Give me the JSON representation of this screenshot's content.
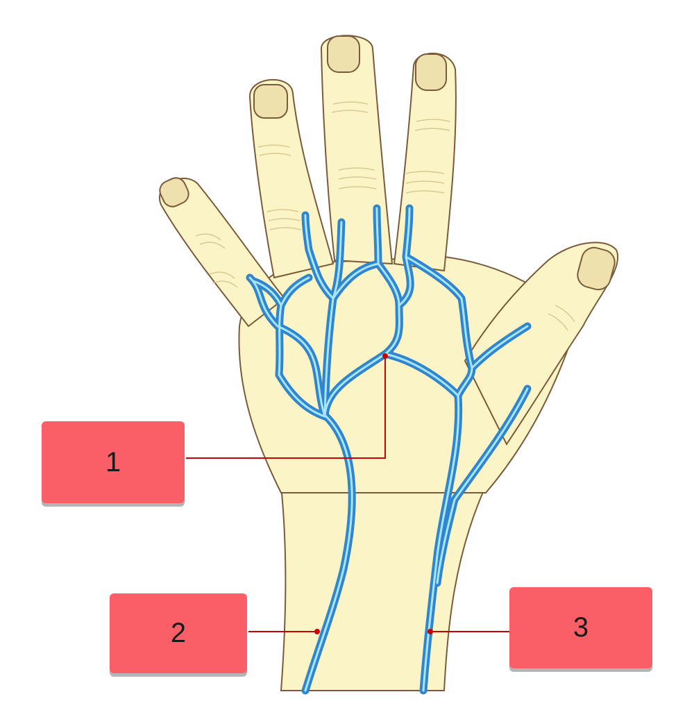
{
  "colors": {
    "skin": "#fbf4c6",
    "skin_shade": "#efe1ad",
    "outline": "#7a5a3a",
    "vein": "#2f86cf",
    "vein_light": "#a8e6ff",
    "label_fill": "#fa5f68",
    "leader": "#cc0000"
  },
  "icons": {
    "hand": "hand-illustration",
    "veins": "dorsal-venous-network"
  },
  "labels": [
    {
      "id": "1",
      "text": "1"
    },
    {
      "id": "2",
      "text": "2"
    },
    {
      "id": "3",
      "text": "3"
    }
  ]
}
